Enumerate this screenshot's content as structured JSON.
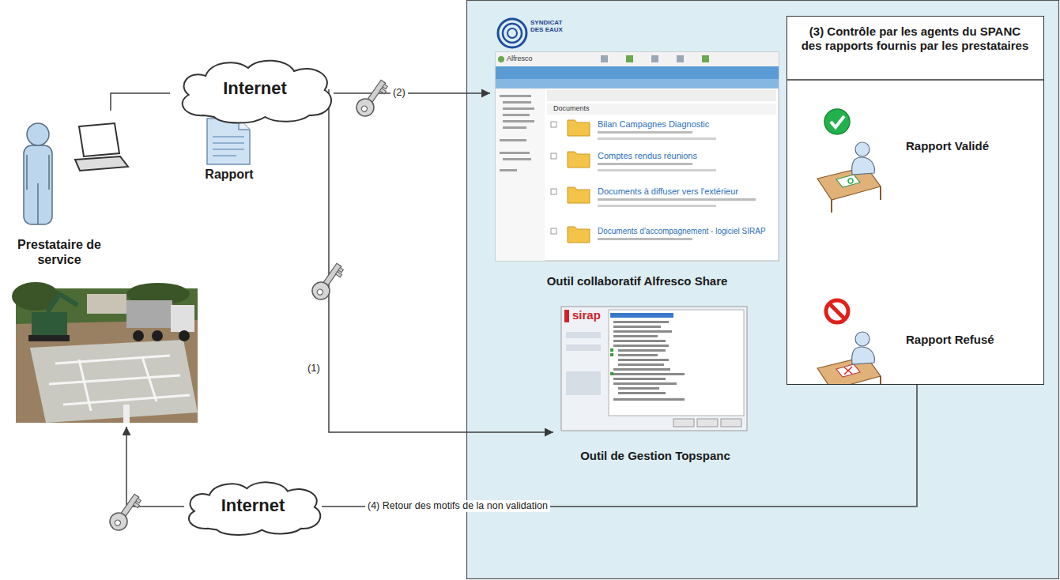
{
  "diagram": {
    "nodes": [
      {
        "text": [
          "Prestataire de service"
        ]
      },
      {
        "text": [
          "Internet"
        ]
      },
      {
        "text": [
          "Outil collaboratif Alfresco Share"
        ]
      },
      {
        "text": [
          "Outil de Gestion Topspanc"
        ]
      },
      {
        "text": [
          "(3) Contrôle par les agents du SPANC des rapports fournis par les prestataires",
          "Rapport Validé",
          "Rapport Refusé"
        ]
      },
      {
        "text": [
          "Internet"
        ]
      }
    ],
    "edges": [
      {
        "from": 0,
        "to": 1,
        "arrow": "none"
      },
      {
        "from": 1,
        "to": 2,
        "label": "(2)",
        "arrow": "to"
      },
      {
        "from": 1,
        "to": 3,
        "label": "(1)",
        "arrow": "to"
      },
      {
        "from": 4,
        "to": 5,
        "label": "(4) Retour des motifs de la non validation",
        "arrow": "none"
      },
      {
        "from": 5,
        "to": 0,
        "arrow": "to"
      }
    ],
    "labels": [
      "Rapport",
      "SYNDICAT DES EAUX",
      "Alfresco",
      "Documents",
      "Bilan Campagnes Diagnostic",
      "Comptes rendus réunions",
      "Documents à diffuser vers l'extérieur",
      "Documents d'accompagnement - logiciel SIRAP",
      "sirap"
    ]
  }
}
